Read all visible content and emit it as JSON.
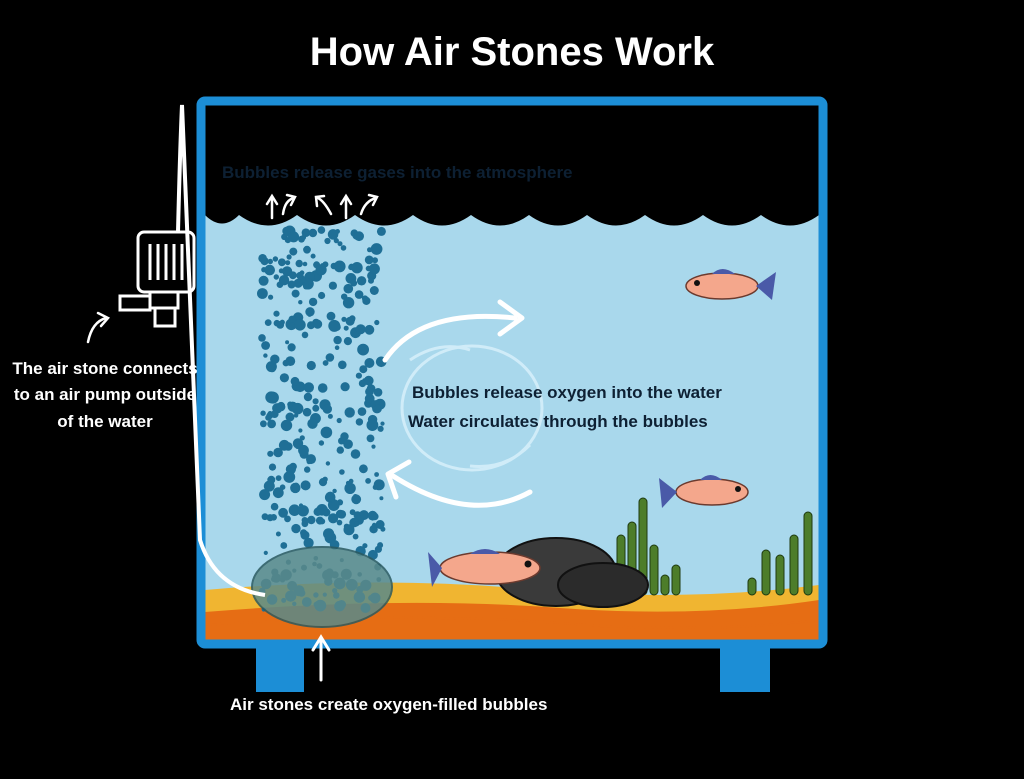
{
  "title": "How Air Stones Work",
  "labels": {
    "surface": "Bubbles release gases into the atmosphere",
    "oxygen": "Bubbles release oxygen into the water",
    "circulation": "Water circulates through the bubbles",
    "airstone": "Air stones create oxygen-filled bubbles",
    "pump": "The air stone connects to an air pump outside of the water"
  },
  "colors": {
    "tank_frame": "#1c8ed6",
    "water": "#a9d8ec",
    "bubble": "#1f6f96",
    "sand_top": "#f0b531",
    "sand_bottom": "#e66d14",
    "fish": "#f4a78c",
    "fish_fin": "#4a5aa8",
    "plant": "#4d7d2a",
    "rock": "#3a3a3a"
  },
  "icons": [
    "air-pump-icon",
    "arrow-up-icon",
    "circulation-arrow-icon",
    "fish-icon",
    "rock-icon",
    "plant-icon",
    "air-stone-icon"
  ]
}
